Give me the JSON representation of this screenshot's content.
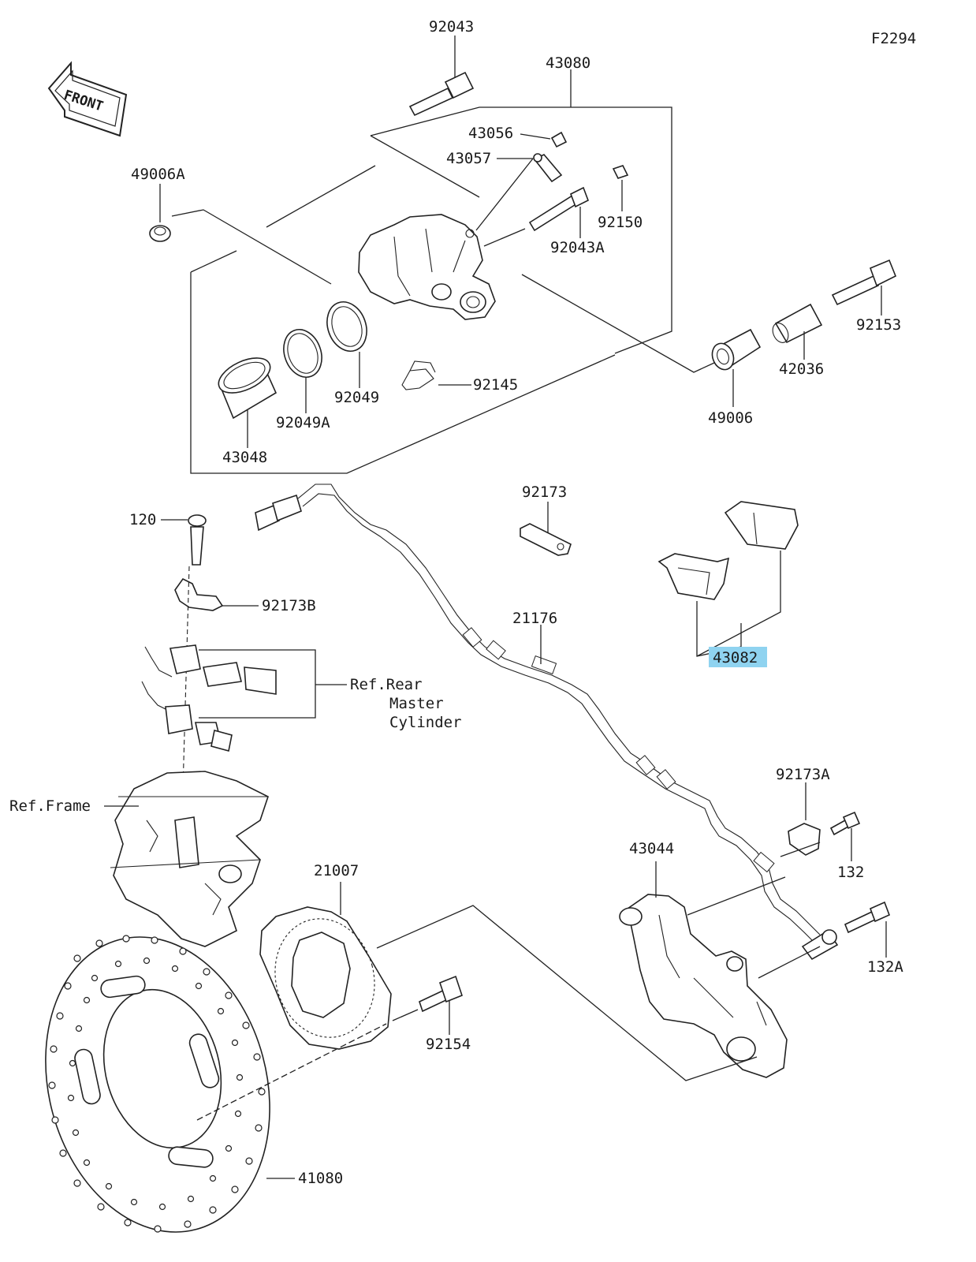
{
  "diagram_code": "F2294",
  "front_label": "FRONT",
  "callouts": [
    {
      "id": "92043",
      "text": "92043"
    },
    {
      "id": "43080",
      "text": "43080"
    },
    {
      "id": "43056",
      "text": "43056"
    },
    {
      "id": "43057",
      "text": "43057"
    },
    {
      "id": "49006A",
      "text": "49006A"
    },
    {
      "id": "92150",
      "text": "92150"
    },
    {
      "id": "92043A",
      "text": "92043A"
    },
    {
      "id": "92153",
      "text": "92153"
    },
    {
      "id": "42036",
      "text": "42036"
    },
    {
      "id": "49006",
      "text": "49006"
    },
    {
      "id": "92049",
      "text": "92049"
    },
    {
      "id": "92145",
      "text": "92145"
    },
    {
      "id": "92049A",
      "text": "92049A"
    },
    {
      "id": "43048",
      "text": "43048"
    },
    {
      "id": "92173",
      "text": "92173"
    },
    {
      "id": "120",
      "text": "120"
    },
    {
      "id": "92173B",
      "text": "92173B"
    },
    {
      "id": "21176",
      "text": "21176"
    },
    {
      "id": "43082",
      "text": "43082",
      "highlighted": true
    },
    {
      "id": "92173A",
      "text": "92173A"
    },
    {
      "id": "132",
      "text": "132"
    },
    {
      "id": "43044",
      "text": "43044"
    },
    {
      "id": "21007",
      "text": "21007"
    },
    {
      "id": "132A",
      "text": "132A"
    },
    {
      "id": "92154",
      "text": "92154"
    },
    {
      "id": "41080",
      "text": "41080"
    }
  ],
  "references": {
    "rear_master_cylinder": [
      "Ref.Rear",
      "Master",
      "Cylinder"
    ],
    "frame": "Ref.Frame"
  },
  "colors": {
    "highlight": "#8fd3f0",
    "line": "#222222"
  }
}
